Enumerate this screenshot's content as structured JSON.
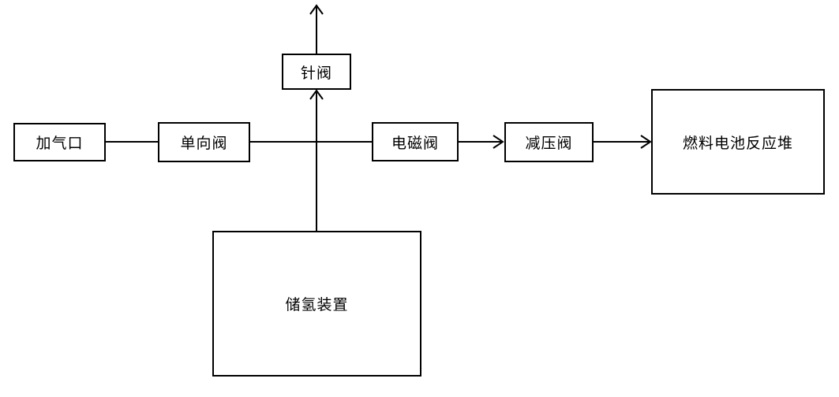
{
  "diagram": {
    "title": "",
    "nodes": {
      "inlet": "加气口",
      "check_valve": "单向阀",
      "needle_valve": "针阀",
      "solenoid_valve": "电磁阀",
      "pressure_reducer": "减压阀",
      "fuel_cell_stack": "燃料电池反应堆",
      "hydrogen_storage": "储氢装置"
    },
    "edges": [
      {
        "from": "inlet",
        "to": "check_valve",
        "arrow": false
      },
      {
        "from": "check_valve",
        "to": "junction",
        "arrow": false
      },
      {
        "from": "hydrogen_storage",
        "to": "needle_valve",
        "arrow": true
      },
      {
        "from": "needle_valve",
        "to": "outlet_top",
        "arrow": true
      },
      {
        "from": "junction",
        "to": "solenoid_valve",
        "arrow": false
      },
      {
        "from": "solenoid_valve",
        "to": "pressure_reducer",
        "arrow": true
      },
      {
        "from": "pressure_reducer",
        "to": "fuel_cell_stack",
        "arrow": true
      }
    ]
  }
}
